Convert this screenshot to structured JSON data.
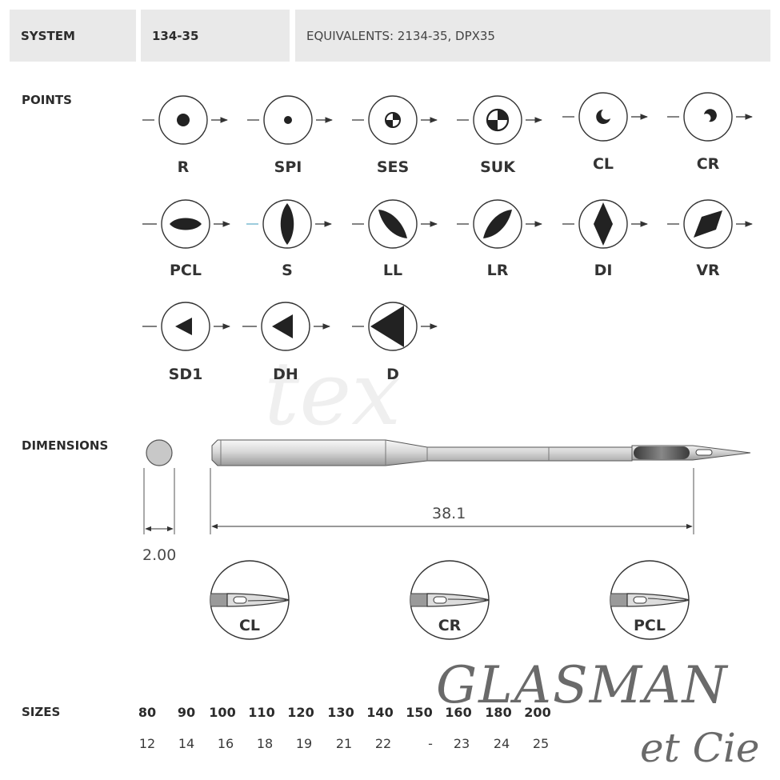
{
  "header": {
    "system_label": "SYSTEM",
    "system_value": "134-35",
    "equivalents": "EQUIVALENTS: 2134-35, DPX35"
  },
  "points": {
    "label": "POINTS",
    "items": [
      {
        "code": "R",
        "shape": "big-dot"
      },
      {
        "code": "SPI",
        "shape": "small-dot"
      },
      {
        "code": "SES",
        "shape": "quartered-small"
      },
      {
        "code": "SUK",
        "shape": "quartered-large"
      },
      {
        "code": "CL",
        "shape": "crescent-left"
      },
      {
        "code": "CR",
        "shape": "crescent-right"
      },
      {
        "code": "PCL",
        "shape": "horizontal-lens"
      },
      {
        "code": "S",
        "shape": "vertical-lens"
      },
      {
        "code": "LL",
        "shape": "left-twist-lens"
      },
      {
        "code": "LR",
        "shape": "right-twist-lens"
      },
      {
        "code": "DI",
        "shape": "diamond"
      },
      {
        "code": "VR",
        "shape": "twisted-diamond"
      },
      {
        "code": "SD1",
        "shape": "small-triangle"
      },
      {
        "code": "DH",
        "shape": "medium-triangle"
      },
      {
        "code": "D",
        "shape": "large-triangle"
      }
    ]
  },
  "dimensions": {
    "label": "DIMENSIONS",
    "diameter": "2.00",
    "length": "38.1",
    "zoom_points": [
      "CL",
      "CR",
      "PCL"
    ]
  },
  "sizes": {
    "label": "SIZES",
    "metric": [
      "80",
      "90",
      "100",
      "110",
      "120",
      "130",
      "140",
      "150",
      "160",
      "180",
      "200"
    ],
    "singer": [
      "12",
      "14",
      "16",
      "18",
      "19",
      "21",
      "22",
      "-",
      "23",
      "24",
      "25"
    ]
  },
  "logo": {
    "line1": "GLASMAN",
    "line2": "et Cie"
  }
}
